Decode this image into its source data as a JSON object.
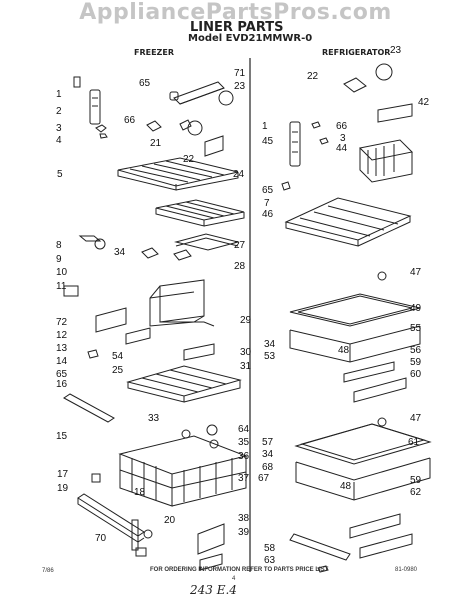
{
  "watermark": "AppliancePartsPros.com",
  "header": {
    "title": "LINER PARTS",
    "model": "Model EVD21MMWR-0",
    "freezer": "FREEZER",
    "refrigerator": "REFRIGERATOR"
  },
  "callouts": {
    "freezer": [
      "1",
      "2",
      "3",
      "4",
      "5",
      "65",
      "71",
      "23",
      "66",
      "21",
      "22",
      "24",
      "8",
      "9",
      "34",
      "27",
      "28",
      "10",
      "11",
      "72",
      "12",
      "13",
      "54",
      "29",
      "30",
      "14",
      "65",
      "16",
      "25",
      "31",
      "15",
      "33",
      "64",
      "35",
      "36",
      "37",
      "17",
      "19",
      "18",
      "20",
      "70",
      "38",
      "39"
    ],
    "refrigerator": [
      "23",
      "22",
      "42",
      "1",
      "45",
      "66",
      "3",
      "44",
      "65",
      "7",
      "46",
      "47",
      "49",
      "34",
      "53",
      "55",
      "48",
      "56",
      "59",
      "60",
      "47",
      "57",
      "34",
      "61",
      "68",
      "67",
      "48",
      "59",
      "62",
      "58",
      "63"
    ]
  },
  "footer": {
    "ordering": "FOR ORDERING INFORMATION REFER TO PARTS PRICE LIST",
    "left_code": "7/86",
    "page": "4",
    "right_code": "81-0980"
  },
  "handwriting": "243 E.4",
  "colors": {
    "ink": "#222222",
    "watermark": "#969696"
  }
}
